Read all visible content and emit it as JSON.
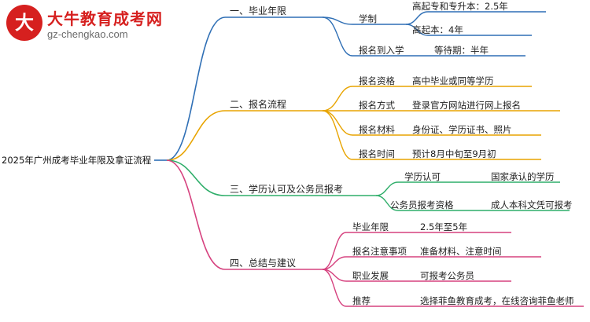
{
  "logo": {
    "mark_text": "大牛",
    "title": "大牛教育成考网",
    "subtitle": "gz-chengkao.com",
    "brand_color": "#d6201f"
  },
  "mindmap": {
    "root": "2025年广州成考毕业年限及拿证流程",
    "branches": [
      {
        "label": "一、毕业年限",
        "color": "#2f6fb5",
        "children": [
          {
            "label": "学制",
            "values": [
              "高起专和专升本：2.5年",
              "高起本：4年"
            ]
          },
          {
            "label": "报名到入学",
            "values": [
              "等待期：半年"
            ]
          }
        ]
      },
      {
        "label": "二、报名流程",
        "color": "#e8a400",
        "children": [
          {
            "label": "报名资格",
            "values": [
              "高中毕业或同等学历"
            ]
          },
          {
            "label": "报名方式",
            "values": [
              "登录官方网站进行网上报名"
            ]
          },
          {
            "label": "报名材料",
            "values": [
              "身份证、学历证书、照片"
            ]
          },
          {
            "label": "报名时间",
            "values": [
              "预计8月中旬至9月初"
            ]
          }
        ]
      },
      {
        "label": "三、学历认可及公务员报考",
        "color": "#2fae6a",
        "children": [
          {
            "label": "学历认可",
            "values": [
              "国家承认的学历"
            ]
          },
          {
            "label": "公务员报考资格",
            "values": [
              "成人本科文凭可报考"
            ]
          }
        ]
      },
      {
        "label": "四、总结与建议",
        "color": "#d6427f",
        "children": [
          {
            "label": "毕业年限",
            "values": [
              "2.5年至5年"
            ]
          },
          {
            "label": "报名注意事项",
            "values": [
              "准备材料、注意时间"
            ]
          },
          {
            "label": "职业发展",
            "values": [
              "可报考公务员"
            ]
          },
          {
            "label": "推荐",
            "values": [
              "选择菲鱼教育成考，在线咨询菲鱼老师"
            ]
          }
        ]
      }
    ]
  }
}
